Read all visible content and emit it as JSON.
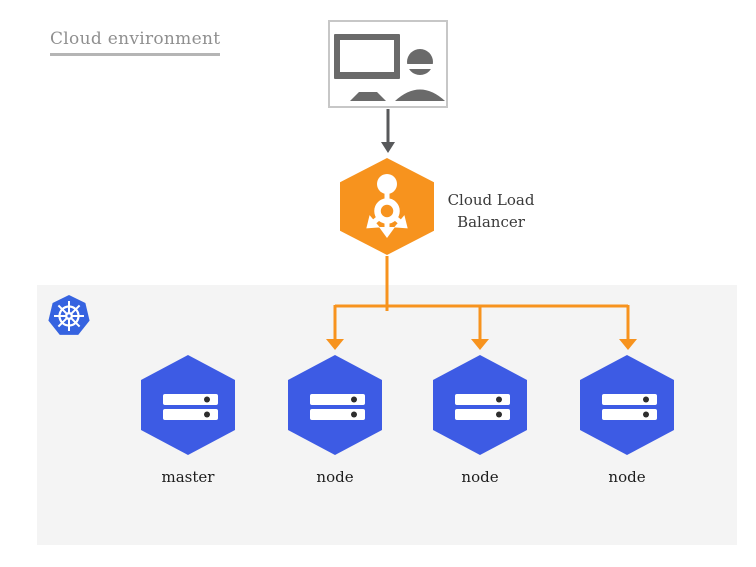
{
  "header": {
    "title": "Cloud environment"
  },
  "diagram": {
    "client": {
      "icon": "monitor-user-icon"
    },
    "arrow_client_to_lb": {
      "icon": "down-arrow-icon"
    },
    "load_balancer": {
      "label": "Cloud Load\nBalancer",
      "icon": "load-balancer-icon"
    },
    "cluster": {
      "icon": "kubernetes-helm-icon",
      "nodes": [
        {
          "label": "master",
          "icon": "server-icon"
        },
        {
          "label": "node",
          "icon": "server-icon"
        },
        {
          "label": "node",
          "icon": "server-icon"
        },
        {
          "label": "node",
          "icon": "server-icon"
        }
      ]
    }
  },
  "colors": {
    "accent_orange": "#F7931E",
    "node_blue": "#3D5BE4",
    "kubernetes_blue": "#3663E0",
    "cluster_background": "#F4F4F4",
    "client_icon_gray": "#6A6A6A",
    "arrow_gray": "#58595B",
    "title_gray": "#8F8F8F",
    "label_dark": "#1D1D1D"
  }
}
